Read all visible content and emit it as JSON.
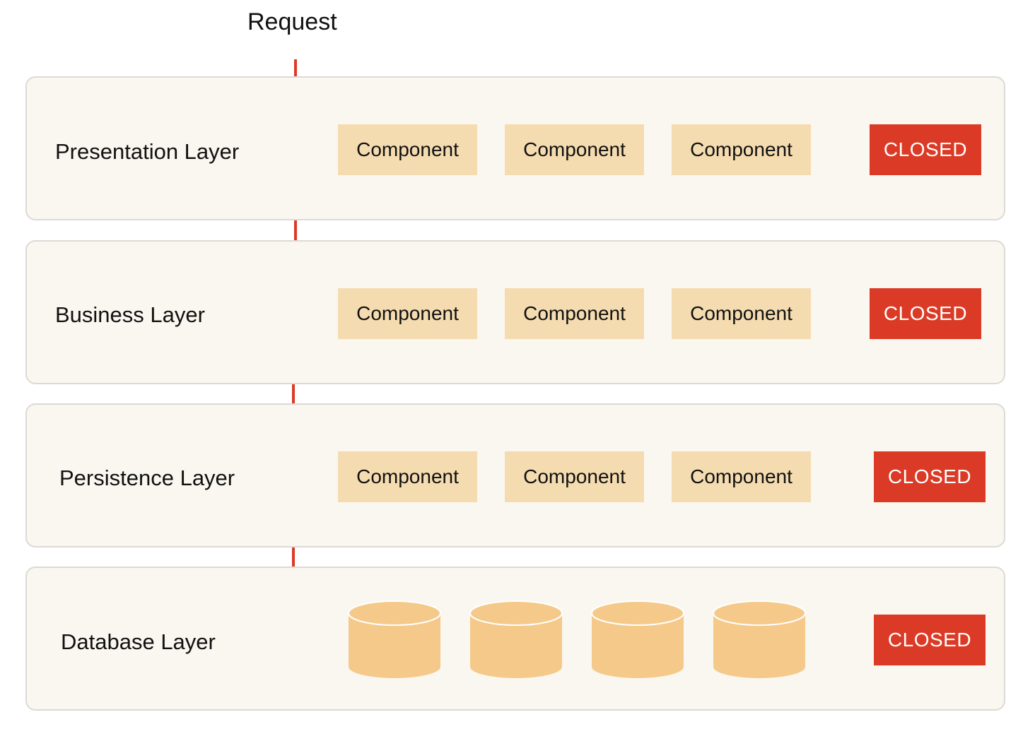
{
  "request_label": "Request",
  "colors": {
    "arrow": "#db3b26",
    "layer_bg": "#faf7f0",
    "layer_border": "#dcdad5",
    "component_bg": "#f5dcb0",
    "closed_bg": "#db3b26",
    "database": "#f5c98a"
  },
  "layers": [
    {
      "label": "Presentation Layer",
      "components": [
        "Component",
        "Component",
        "Component"
      ],
      "status": "CLOSED"
    },
    {
      "label": "Business Layer",
      "components": [
        "Component",
        "Component",
        "Component"
      ],
      "status": "CLOSED"
    },
    {
      "label": "Persistence Layer",
      "components": [
        "Component",
        "Component",
        "Component"
      ],
      "status": "CLOSED"
    },
    {
      "label": "Database Layer",
      "databases": 4,
      "status": "CLOSED"
    }
  ]
}
